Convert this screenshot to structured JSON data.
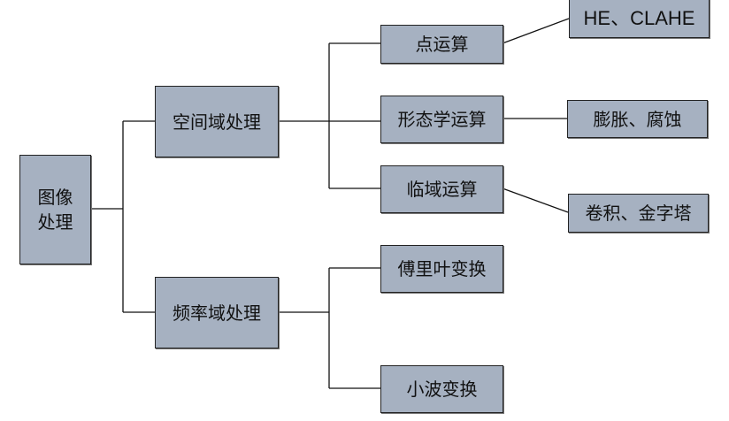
{
  "nodes": {
    "root": "图像处理",
    "spatial": "空间域处理",
    "frequency": "频率域处理",
    "point_op": "点运算",
    "morphology_op": "形态学运算",
    "neighborhood_op": "临域运算",
    "fourier": "傅里叶变换",
    "wavelet": "小波变换",
    "he_clahe": "HE、CLAHE",
    "dilate_erode": "膨胀、腐蚀",
    "conv_pyramid": "卷积、金字塔"
  },
  "colors": {
    "box_fill": "#a6b1c1",
    "border": "#222222"
  }
}
